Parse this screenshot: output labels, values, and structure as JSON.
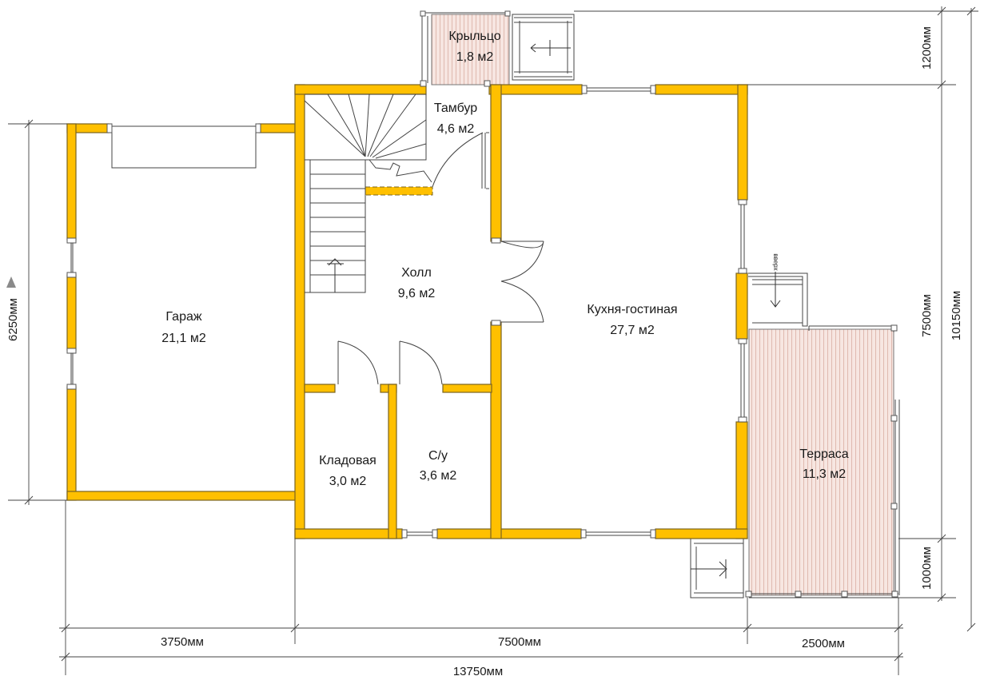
{
  "rooms": {
    "garage": {
      "name": "Гараж",
      "area": "21,1 м2"
    },
    "hall": {
      "name": "Холл",
      "area": "9,6 м2"
    },
    "vestibule": {
      "name": "Тамбур",
      "area": "4,6 м2"
    },
    "porch": {
      "name": "Крыльцо",
      "area": "1,8 м2"
    },
    "kitchen_living": {
      "name": "Кухня-гостиная",
      "area": "27,7 м2"
    },
    "pantry": {
      "name": "Кладовая",
      "area": "3,0 м2"
    },
    "bathroom": {
      "name": "С/у",
      "area": "3,6 м2"
    },
    "terrace": {
      "name": "Терраса",
      "area": "11,3 м2"
    }
  },
  "dimensions": {
    "bottom_left": "3750мм",
    "bottom_middle": "7500мм",
    "bottom_right": "2500мм",
    "bottom_total": "13750мм",
    "left_garage": "6250мм",
    "right_top": "1200мм",
    "right_middle": "7500мм",
    "right_bottom": "1000мм",
    "right_total": "10150мм"
  },
  "stair_label": "вверх",
  "colors": {
    "wall": "#ffc000",
    "deck": "#f6e2dc",
    "deck_lines": "#d7b3a8"
  }
}
